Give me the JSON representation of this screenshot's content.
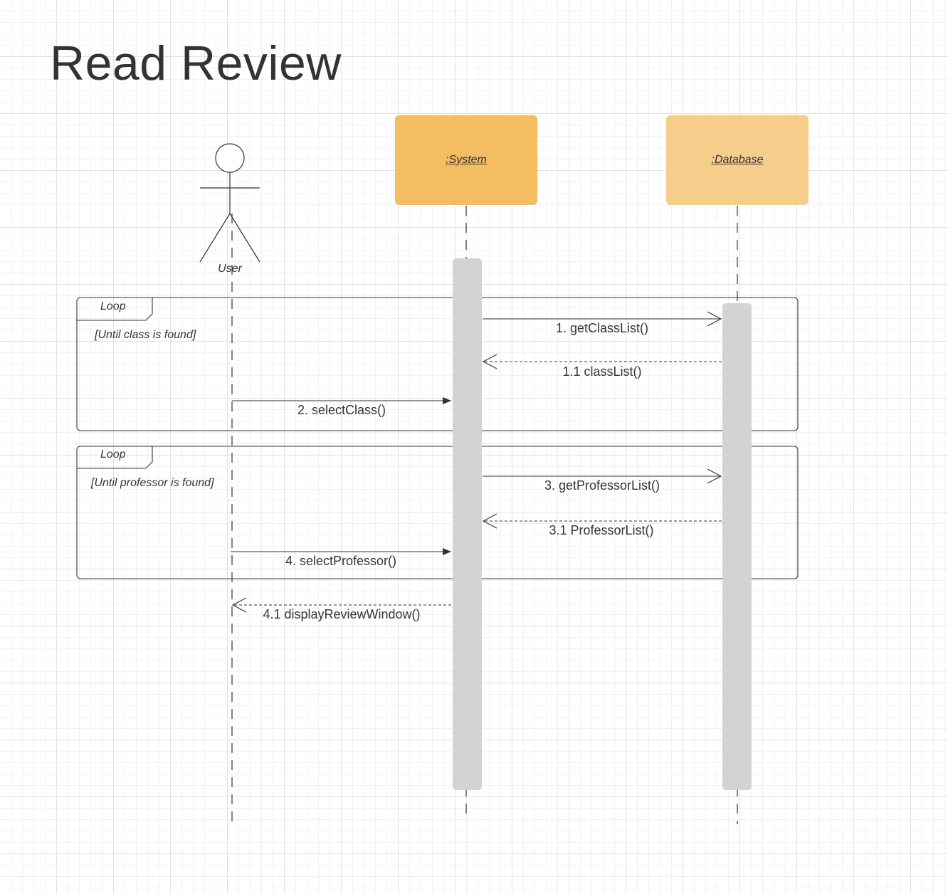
{
  "title": "Read Review",
  "actor": {
    "label": "User"
  },
  "participants": [
    {
      "id": "system",
      "label": ":System",
      "color": "#f5bd61"
    },
    {
      "id": "database",
      "label": ":Database",
      "color": "#f6cd8a"
    }
  ],
  "fragments": [
    {
      "tag": "Loop",
      "guard": "[Until class is found]"
    },
    {
      "tag": "Loop",
      "guard": "[Until professor is found]"
    }
  ],
  "messages": [
    {
      "label": "1. getClassList()",
      "kind": "sync-open"
    },
    {
      "label": "1.1 classList()",
      "kind": "return"
    },
    {
      "label": "2. selectClass()",
      "kind": "sync"
    },
    {
      "label": "3. getProfessorList()",
      "kind": "sync-open"
    },
    {
      "label": "3.1 ProfessorList()",
      "kind": "return"
    },
    {
      "label": "4. selectProfessor()",
      "kind": "sync"
    },
    {
      "label": "4.1 displayReviewWindow()",
      "kind": "return"
    }
  ],
  "colors": {
    "activation": "#d3d3d5",
    "line": "#333333"
  }
}
